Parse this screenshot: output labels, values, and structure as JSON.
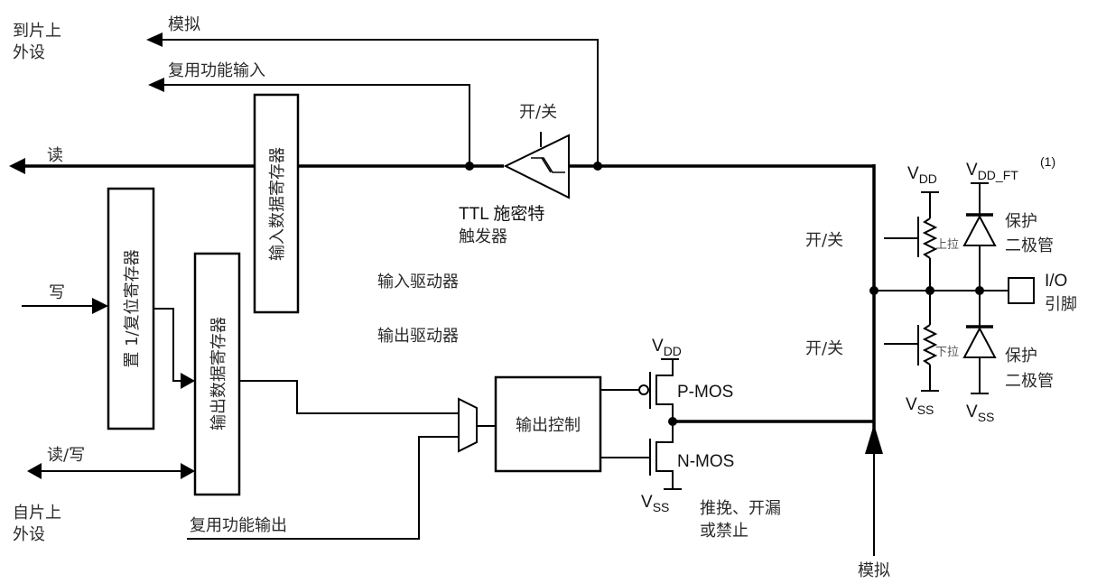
{
  "labels": {
    "to_onchip_peripheral": [
      "到片上",
      "外设"
    ],
    "from_onchip_peripheral": [
      "自片上",
      "外设"
    ],
    "analog_top": "模拟",
    "alt_function_input": "复用功能输入",
    "read": "读",
    "write": "写",
    "read_write": "读/写",
    "input_data_register": "输入数据寄存器",
    "bit_set_reset_register": "置 1/复位寄存器",
    "output_data_register": "输出数据寄存器",
    "schmitt_on_off": "开/关",
    "schmitt_trigger": [
      "TTL 施密特",
      "触发器"
    ],
    "input_driver": "输入驱动器",
    "output_driver": "输出驱动器",
    "output_control": "输出控制",
    "alt_function_output": "复用功能输出",
    "pmos": "P-MOS",
    "nmos": "N-MOS",
    "vdd": "V",
    "vdd_sub": "DD",
    "vss": "V",
    "vss_sub": "SS",
    "vdd_ft": "V",
    "vdd_ft_sub": "DD_FT",
    "vdd_ft_note": "(1)",
    "output_mode": [
      "推挽、开漏",
      "或禁止"
    ],
    "analog_bottom": "模拟",
    "pullup_on_off": "开/关",
    "pulldown_on_off": "开/关",
    "pull_up": "上拉",
    "pull_down": "下拉",
    "protection_diode": [
      "保护",
      "二极管"
    ],
    "io_pin": [
      "I/O",
      "引脚"
    ]
  }
}
